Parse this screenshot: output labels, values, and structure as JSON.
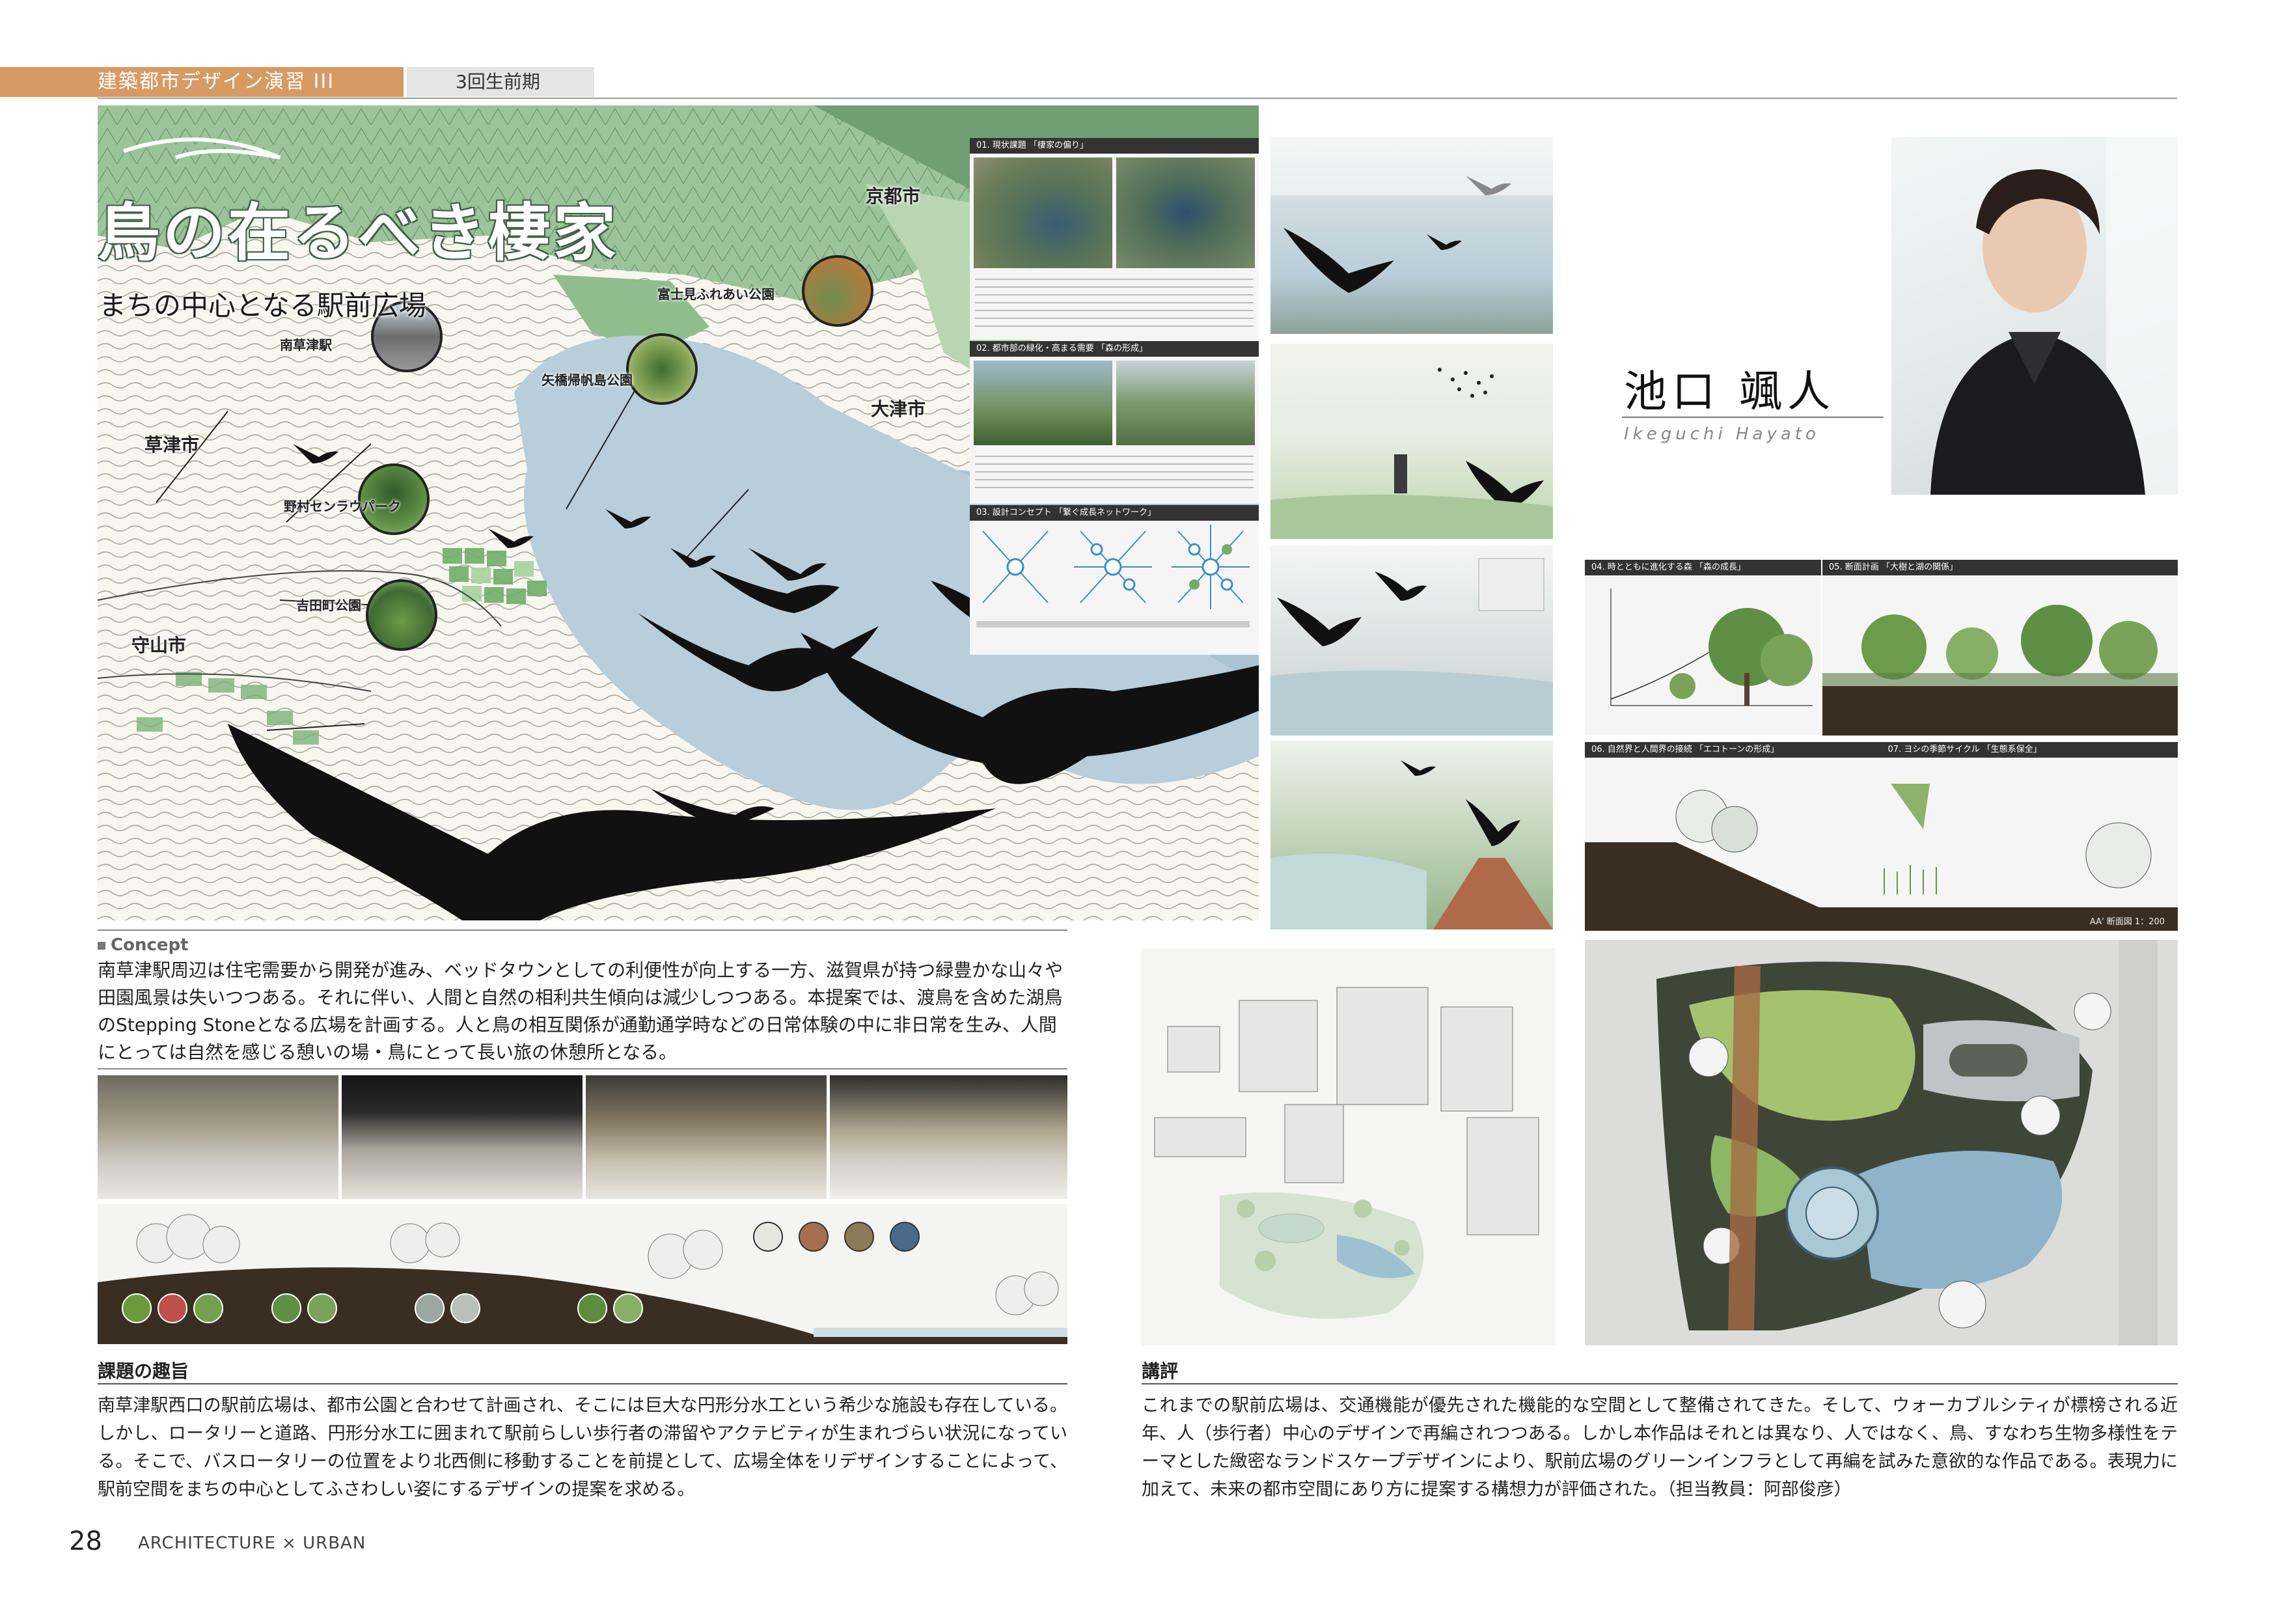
{
  "header": {
    "course": "建築都市デザイン演習 III",
    "semester": "3回生前期"
  },
  "project": {
    "title": "鳥の在るべき棲家",
    "subtitle": "まちの中心となる駅前広場"
  },
  "map": {
    "cities": [
      "京都市",
      "大津市",
      "草津市",
      "守山市"
    ],
    "sites": [
      "南草津駅",
      "富士見ふれあい公園",
      "矢橋帰帆島公園",
      "野村センラウパーク",
      "吉田町公園"
    ]
  },
  "boards": {
    "b01": "01. 現状課題 「棲家の偏り」",
    "b02": "02. 都市部の緑化・高まる需要 「森の形成」",
    "b03": "03. 設計コンセプト 「繋ぐ成長ネットワーク」",
    "b04": "04. 時とともに進化する森 「森の成長」",
    "b05": "05. 断面計画 「大樹と湖の関係」",
    "b06": "06. 自然界と人間界の接続 「エコトーンの形成」",
    "b07": "07. ヨシの季節サイクル 「生態系保全」",
    "section_label": "AA' 断面図 1：200"
  },
  "student": {
    "name": "池口 颯人",
    "roman": "Ikeguchi Hayato"
  },
  "concept": {
    "heading": "Concept",
    "body": "南草津駅周辺は住宅需要から開発が進み、ベッドタウンとしての利便性が向上する一方、滋賀県が持つ緑豊かな山々や田園風景は失いつつある。それに伴い、人間と自然の相利共生傾向は減少しつつある。本提案では、渡鳥を含めた湖鳥のStepping Stoneとなる広場を計画する。人と鳥の相互関係が通勤通学時などの日常体験の中に非日常を生み、人間にとっては自然を感じる憩いの場・鳥にとって長い旅の休憩所となる。"
  },
  "brief": {
    "heading": "課題の趣旨",
    "body": "南草津駅西口の駅前広場は、都市公園と合わせて計画され、そこには巨大な円形分水工という希少な施設も存在している。しかし、ロータリーと道路、円形分水工に囲まれて駅前らしい歩行者の滞留やアクテビティが生まれづらい状況になっている。そこで、バスロータリーの位置をより北西側に移動することを前提として、広場全体をリデザインすることによって、駅前空間をまちの中心としてふさわしい姿にするデザインの提案を求める。"
  },
  "review": {
    "heading": "講評",
    "body": "これまでの駅前広場は、交通機能が優先された機能的な空間として整備されてきた。そして、ウォーカブルシティが標榜される近年、人（歩行者）中心のデザインで再編されつつある。しかし本作品はそれとは異なり、人ではなく、鳥、すなわち生物多様性をテーマとした緻密なランドスケープデザインにより、駅前広場のグリーンインフラとして再編を試みた意欲的な作品である。表現力に加えて、未来の都市空間にあり方に提案する構想力が評価された。（担当教員：阿部俊彦）"
  },
  "footer": {
    "page": "28",
    "journal": "ARCHITECTURE × URBAN"
  },
  "colors": {
    "accent": "#d79a62",
    "water": "#b8ceda",
    "forest": "#7fae7f",
    "bird": "#111111"
  }
}
